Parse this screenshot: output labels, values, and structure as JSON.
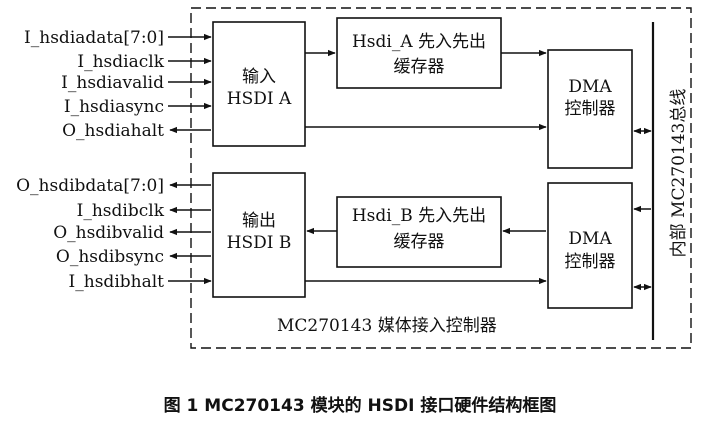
{
  "inputs_a": [
    "I_hsdiadata[7:0]",
    "I_hsdiaclk",
    "I_hsdiavalid",
    "I_hsdiasync",
    "O_hsdiahalt"
  ],
  "inputs_b": [
    "O_hsdibdata[7:0]",
    "I_hsdibclk",
    "O_hsdibvalid",
    "O_hsdibsync",
    "I_hsdibhalt"
  ],
  "blocks": {
    "in_a_line1": "输入",
    "in_a_line2": "HSDI A",
    "fifo_a_line1": "Hsdi_A 先入先出",
    "fifo_a_line2": "缓存器",
    "dma_a_line1": "DMA",
    "dma_a_line2": "控制器",
    "out_b_line1": "输出",
    "out_b_line2": "HSDI B",
    "fifo_b_line1": "Hsdi_B 先入先出",
    "fifo_b_line2": "缓存器",
    "dma_b_line1": "DMA",
    "dma_b_line2": "控制器"
  },
  "bus_label": "内部 MC270143总线",
  "container_label": "MC270143 媒体接入控制器",
  "caption": "图 1   MC270143 模块的 HSDI 接口硬件结构框图"
}
